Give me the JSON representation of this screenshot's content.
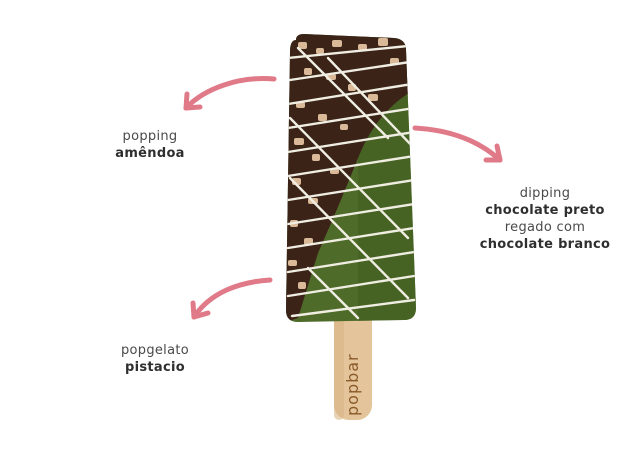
{
  "labels": {
    "coating": {
      "light": "popping",
      "bold": "amêndoa"
    },
    "dipping": {
      "light": "dipping",
      "bold1": "chocolate preto",
      "light2": "regado com",
      "bold2": "chocolate branco"
    },
    "gelato": {
      "light": "popgelato",
      "bold": "pistacio"
    }
  },
  "stick": {
    "brand": "popbar"
  },
  "colors": {
    "arrow": "#e07a88",
    "gelato": "#4f6b2a",
    "chocolate": "#3b2318",
    "white_drizzle": "#f0eee2",
    "almond": "#d9b998",
    "stick": "#e4c49a"
  }
}
